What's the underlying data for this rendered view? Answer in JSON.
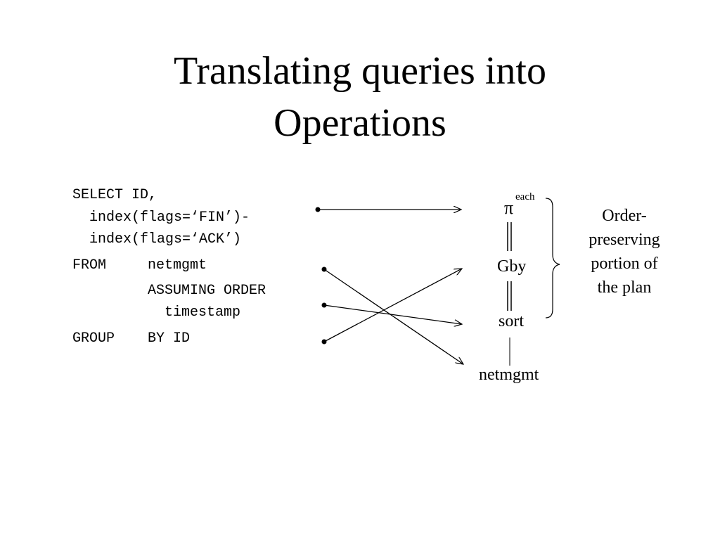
{
  "slide": {
    "title_line1": "Translating queries into",
    "title_line2": "Operations"
  },
  "query": {
    "select_line": "SELECT ID,",
    "index_fin": "index(flags=‘FIN’)-",
    "index_ack": "index(flags=‘ACK’)",
    "from_keyword": "FROM",
    "from_table": "netmgmt",
    "assuming_order": "ASSUMING ORDER",
    "order_attr": "timestamp",
    "group_keyword": "GROUP",
    "group_by": "BY ID"
  },
  "plan": {
    "project_symbol": "π",
    "project_superscript": "each",
    "group_by": "Gby",
    "sort": "sort",
    "table": "netmgmt"
  },
  "annotation": {
    "line1": "Order-",
    "line2": "preserving",
    "line3": "portion of",
    "line4": "the plan"
  }
}
